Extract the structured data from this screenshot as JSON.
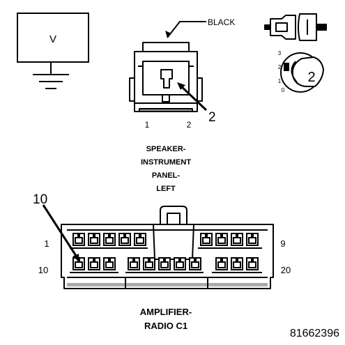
{
  "meter": {
    "label": "V"
  },
  "speaker_connector": {
    "color_label": "BLACK",
    "callout": "2",
    "pin_labels": [
      "1",
      "2"
    ],
    "title_lines": [
      "SPEAKER-",
      "INSTRUMENT",
      "PANEL-",
      "LEFT"
    ]
  },
  "probe_icon": {
    "positions": [
      "3",
      "2",
      "1",
      "0"
    ],
    "callout": "2"
  },
  "amplifier_connector": {
    "callout": "10",
    "row_labels": {
      "top_left": "1",
      "top_right": "9",
      "bottom_left": "10",
      "bottom_right": "20"
    },
    "title_lines": [
      "AMPLIFIER-",
      "RADIO C1"
    ]
  },
  "figure_id": "81662396"
}
